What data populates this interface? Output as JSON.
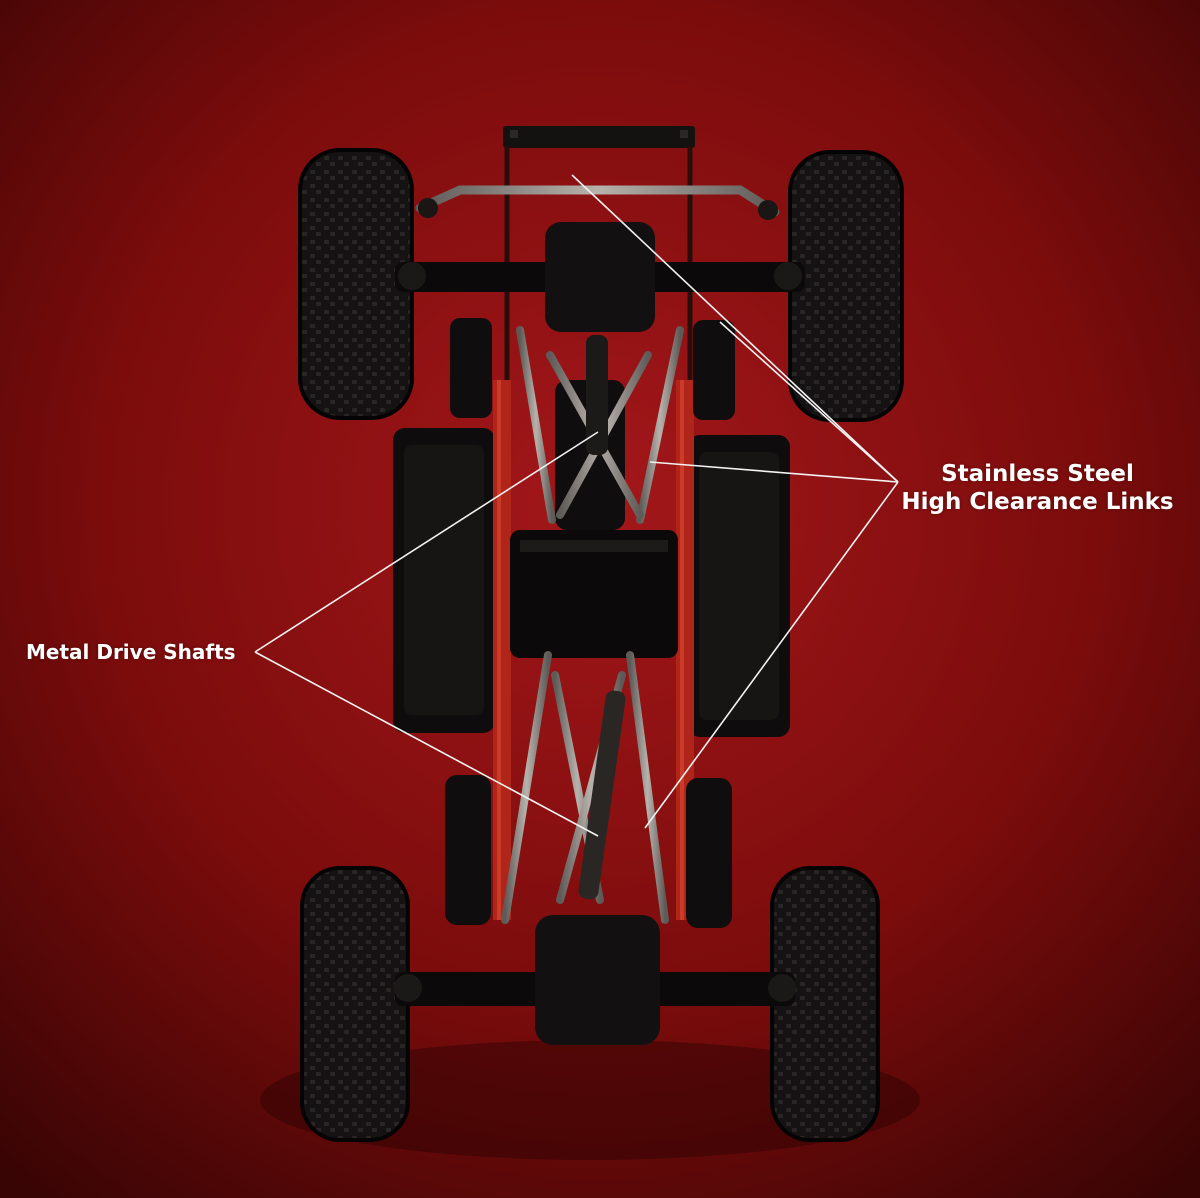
{
  "colors": {
    "background_center": "#9b1414",
    "background_edge": "#3d0505",
    "chassis": "#0d0b0b",
    "frame_red": "#c22a1a",
    "steel_link": "#9a9590",
    "callout_line": "#f2f2f2",
    "callout_text": "#ffffff"
  },
  "callouts": {
    "links": {
      "line1": "Stainless Steel",
      "line2": "High Clearance Links"
    },
    "shafts": {
      "label": "Metal Drive Shafts"
    }
  }
}
